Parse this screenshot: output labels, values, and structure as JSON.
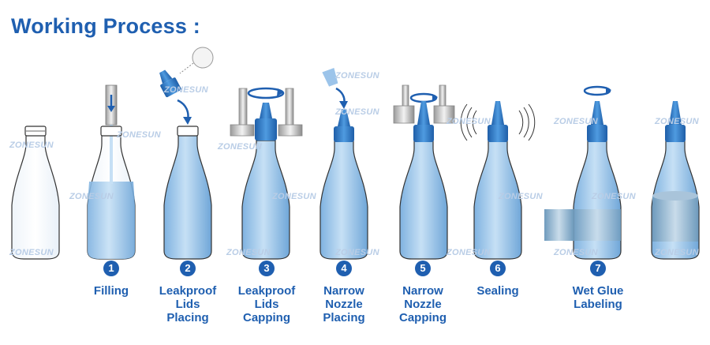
{
  "title": "Working Process :",
  "watermark": "ZONESUN",
  "colors": {
    "accent": "#1f5fb0",
    "liquid": "#a9cdec",
    "cap": "#2f7fd0",
    "nozzle": "#4a97dc",
    "label": "#7da8c8"
  },
  "steps": [
    {
      "number": "1",
      "label": "Filling"
    },
    {
      "number": "2",
      "label": "Leakproof\nLids\nPlacing"
    },
    {
      "number": "3",
      "label": "Leakproof\nLids\nCapping"
    },
    {
      "number": "4",
      "label": "Narrow\nNozzle\nPlacing"
    },
    {
      "number": "5",
      "label": "Narrow\nNozzle\nCapping"
    },
    {
      "number": "6",
      "label": "Sealing"
    },
    {
      "number": "7",
      "label": "Wet Glue\nLabeling"
    }
  ]
}
